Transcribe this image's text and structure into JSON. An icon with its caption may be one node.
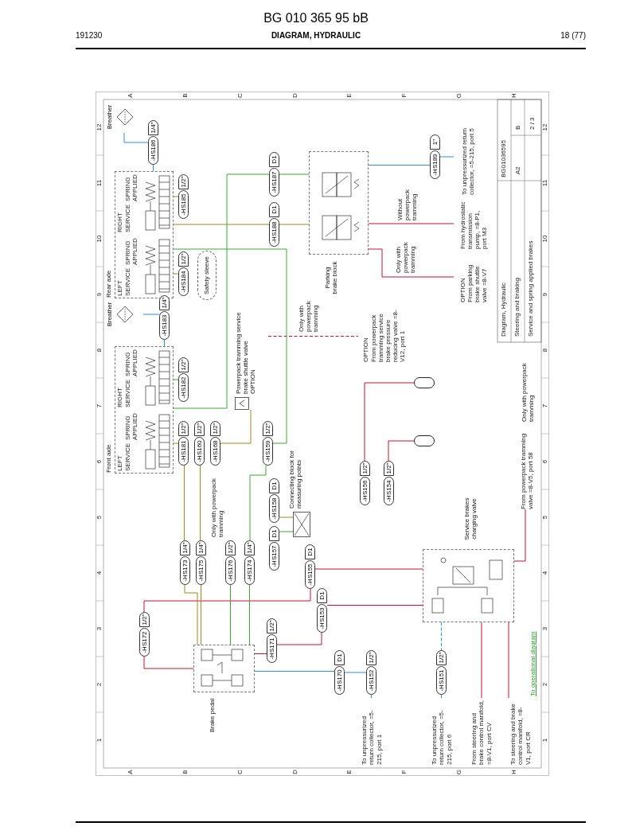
{
  "diagram": {
    "title": "BG 010 365 95 bB",
    "nodes": [
      {
        "text": [
          "Breather"
        ]
      },
      {
        "text": [
          "-HS186",
          "1/4\""
        ]
      },
      {
        "text": [
          "Rear axle"
        ]
      },
      {
        "text": [
          "-HS185",
          "1/2\""
        ]
      },
      {
        "text": [
          "-HS184",
          "1/2\""
        ]
      },
      {
        "text": [
          "Safety sleeve"
        ]
      },
      {
        "text": [
          "Parking brake block"
        ]
      },
      {
        "text": [
          "-HS187",
          "D1"
        ]
      },
      {
        "text": [
          "-HS188",
          "D1"
        ]
      },
      {
        "text": [
          "-HS189",
          "1\""
        ]
      },
      {
        "text": [
          "To unpressurized return collector, =5-215, port 5"
        ]
      },
      {
        "text": [
          "From hydrostatic transmission pump, =8-P1, port M3"
        ]
      },
      {
        "text": [
          "OPTION",
          "From parking brake shuttle valve =8-V7"
        ]
      },
      {
        "text": [
          "Breather"
        ]
      },
      {
        "text": [
          "-HS183",
          "1/4\""
        ]
      },
      {
        "text": [
          "Front axle"
        ]
      },
      {
        "text": [
          "-HS182",
          "1/2\""
        ]
      },
      {
        "text": [
          "-HS181",
          "1/2\""
        ]
      },
      {
        "text": [
          "-HS160",
          "1/2\""
        ]
      },
      {
        "text": [
          "-HS168",
          "1/2\""
        ]
      },
      {
        "text": [
          "Powerpack tramming service brake shuttle valve",
          "OPTION"
        ]
      },
      {
        "text": [
          "-HS159",
          "1/2\""
        ]
      },
      {
        "text": [
          "OPTION",
          "From powerpack tramming service brake pressure reducing valve =8-V12, port 1"
        ]
      },
      {
        "text": [],
        "shape": "cylinder"
      },
      {
        "text": [],
        "shape": "cylinder"
      },
      {
        "text": [
          "-HS156",
          "1/2\""
        ]
      },
      {
        "text": [
          "-HS154",
          "1/2\""
        ]
      },
      {
        "text": [
          "Connecting block for measuring points"
        ]
      },
      {
        "text": [
          "-HS158",
          "D1"
        ]
      },
      {
        "text": [
          "-HS157",
          "D1"
        ]
      },
      {
        "text": [
          "-HS155",
          "D1"
        ]
      },
      {
        "text": [
          "Service brakes charging valve"
        ]
      },
      {
        "text": [
          "From powerpack tramming valve =8-V5, port 58"
        ]
      },
      {
        "text": [
          "-HS172",
          "1/2\""
        ]
      },
      {
        "text": [
          "-HS173",
          "1/4\""
        ]
      },
      {
        "text": [
          "-HS175",
          "1/4\""
        ]
      },
      {
        "text": [
          "-HS176",
          "1/2\""
        ]
      },
      {
        "text": [
          "-HS174",
          "1/4\""
        ]
      },
      {
        "text": [
          "Brake pedal"
        ]
      },
      {
        "text": [
          "-HS171",
          "1/2\""
        ]
      },
      {
        "text": [
          "-HS170",
          "D1"
        ]
      },
      {
        "text": [
          "-HS153",
          "D1"
        ]
      },
      {
        "text": [
          "-HS152",
          "1/2\""
        ]
      },
      {
        "text": [
          "-HS151",
          "1/2\""
        ]
      },
      {
        "text": [
          "To unpressurized return collector, =5-215, port 1"
        ]
      },
      {
        "text": [
          "To unpressurized return collector, =5-215, port 6"
        ]
      },
      {
        "text": [
          "From steering and brake control manifold, =8-V1, port CV"
        ]
      },
      {
        "text": [
          "To steering and brake control manifold, =8-V1, port CR"
        ]
      }
    ],
    "edges": [
      {
        "from": 0,
        "to": 1,
        "arrow": "none",
        "color": "#2f8fd8"
      },
      {
        "from": 1,
        "to": 2,
        "arrow": "none",
        "color": "#2f8fd8"
      },
      {
        "from": 2,
        "to": 3,
        "arrow": "none",
        "color": "#a8861e"
      },
      {
        "from": 2,
        "to": 4,
        "arrow": "none",
        "color": "#a8861e"
      },
      {
        "from": 2,
        "to": 8,
        "arrow": "none",
        "color": "#a8861e"
      },
      {
        "from": 8,
        "to": 6,
        "arrow": "none",
        "color": "#a8861e"
      },
      {
        "from": 6,
        "to": 7,
        "arrow": "none",
        "color": "#3aa935"
      },
      {
        "from": 7,
        "to": 15,
        "arrow": "none",
        "color": "#3aa935"
      },
      {
        "from": 6,
        "to": 9,
        "arrow": "none",
        "color": "#2f8fd8"
      },
      {
        "from": 9,
        "to": 10,
        "arrow": "none",
        "color": "#2f8fd8"
      },
      {
        "from": 6,
        "to": 11,
        "arrow": "none"
      },
      {
        "from": 6,
        "to": 12,
        "arrow": "none"
      },
      {
        "from": 13,
        "to": 14,
        "arrow": "none",
        "color": "#2f8fd8"
      },
      {
        "from": 14,
        "to": 15,
        "arrow": "none",
        "color": "#2f8fd8"
      },
      {
        "from": 15,
        "to": 16,
        "arrow": "none",
        "color": "#3aa935"
      },
      {
        "from": 15,
        "to": 17,
        "arrow": "none",
        "color": "#a8861e"
      },
      {
        "from": 19,
        "to": 20,
        "arrow": "none",
        "color": "#a8861e"
      },
      {
        "from": 20,
        "to": 22,
        "arrow": "none",
        "style": "dashed"
      },
      {
        "from": 2,
        "to": 21,
        "arrow": "none",
        "color": "#3aa935"
      },
      {
        "from": 23,
        "to": 25,
        "arrow": "none"
      },
      {
        "from": 24,
        "to": 26,
        "arrow": "none"
      },
      {
        "from": 28,
        "to": 27,
        "arrow": "none",
        "color": "#a8861e"
      },
      {
        "from": 29,
        "to": 27,
        "arrow": "none",
        "color": "#3aa935"
      },
      {
        "from": 30,
        "to": 31,
        "arrow": "none"
      },
      {
        "from": 31,
        "to": 32,
        "arrow": "none"
      },
      {
        "from": 30,
        "to": 33,
        "arrow": "none"
      },
      {
        "from": 33,
        "to": 38,
        "arrow": "none"
      },
      {
        "from": 17,
        "to": 34,
        "arrow": "none",
        "color": "#a8861e"
      },
      {
        "from": 18,
        "to": 35,
        "arrow": "none",
        "color": "#a8861e"
      },
      {
        "from": 21,
        "to": 37,
        "arrow": "none",
        "color": "#3aa935"
      },
      {
        "from": 34,
        "to": 38,
        "arrow": "none",
        "color": "#a8861e"
      },
      {
        "from": 35,
        "to": 38,
        "arrow": "none",
        "color": "#a8861e"
      },
      {
        "from": 36,
        "to": 38,
        "arrow": "none",
        "color": "#3aa935"
      },
      {
        "from": 37,
        "to": 38,
        "arrow": "none",
        "color": "#3aa935"
      },
      {
        "from": 38,
        "to": 39,
        "arrow": "none"
      },
      {
        "from": 39,
        "to": 41,
        "arrow": "none"
      },
      {
        "from": 41,
        "to": 31,
        "arrow": "none"
      },
      {
        "from": 38,
        "to": 40,
        "arrow": "none",
        "color": "#2f8fd8"
      },
      {
        "from": 40,
        "to": 42,
        "arrow": "none",
        "color": "#2f8fd8"
      },
      {
        "from": 42,
        "to": 44,
        "arrow": "none",
        "color": "#2f8fd8"
      },
      {
        "from": 31,
        "to": 43,
        "arrow": "none",
        "style": "dashed",
        "color": "#2f8fd8"
      },
      {
        "from": 43,
        "to": 45,
        "arrow": "none",
        "style": "dashed",
        "color": "#2f8fd8"
      },
      {
        "from": 46,
        "to": 31,
        "arrow": "none"
      },
      {
        "from": 31,
        "to": 47,
        "arrow": "none"
      }
    ],
    "labels": [
      "191230",
      "DIAGRAM, HYDRAULIC",
      "18 (77)",
      "1",
      "2",
      "3",
      "4",
      "5",
      "6",
      "7",
      "8",
      "9",
      "10",
      "11",
      "12",
      "1",
      "2",
      "3",
      "4",
      "5",
      "6",
      "7",
      "8",
      "9",
      "10",
      "11",
      "12",
      "A",
      "B",
      "C",
      "D",
      "E",
      "F",
      "G",
      "H",
      "A",
      "B",
      "C",
      "D",
      "E",
      "F",
      "G",
      "H",
      "LEFT",
      "SERVICE",
      "SPRING APPLIED",
      "RIGHT",
      "SERVICE",
      "SPRING APPLIED",
      "LEFT",
      "SERVICE",
      "SPRING APPLIED",
      "RIGHT",
      "SERVICE",
      "SPRING APPLIED",
      "Without powerpack tramming",
      "Only with powerpack tramming",
      "Only with powerpack tramming",
      "Only with powerpack tramming",
      "Only with powerpack tramming",
      "To operational diagram",
      "Diagram, Hydraulic",
      "Steering and braking",
      "Service and spring applied brakes",
      "BG01036595",
      "B",
      "2 / 3",
      "A2"
    ]
  }
}
